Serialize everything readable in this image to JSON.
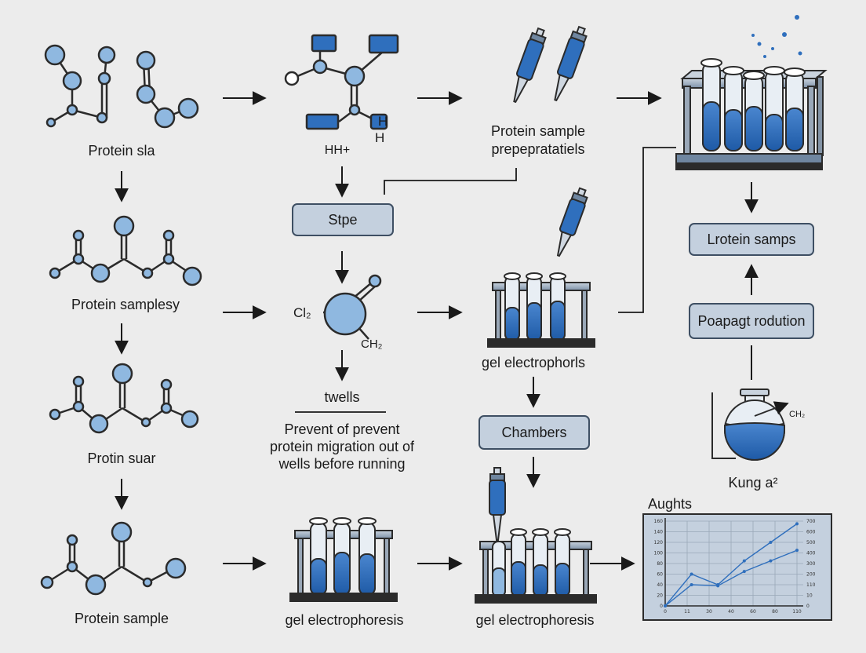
{
  "colors": {
    "node": "#8fb8e0",
    "stroke": "#2b2b2b",
    "accent": "#2f6fbd",
    "box": "#c4d0de"
  },
  "labels": {
    "protein_sla": "Protein sla",
    "protein_samplesy": "Protein samplesy",
    "protin_suar": "Protin suar",
    "protein_sample": "Protein sample",
    "hh": "HH+",
    "prep_line1": "Protein sample",
    "prep_line2": "prepepratatiels",
    "gel_electrophorls": "gel electrophorls",
    "gel_electrophoresis_1": "gel electrophoresis",
    "gel_electrophoresis_2": "gel electrophoresis",
    "twells": "twells",
    "kung": "Kung a²"
  },
  "chem": {
    "h1": "H",
    "h2": "H",
    "cl2": "Cl₂",
    "ch2": "CH₂",
    "ch2_small": "CH₂"
  },
  "boxes": {
    "stpe": "Stpe",
    "chambers": "Chambers",
    "lrotein": "Lrotein samps",
    "poapagt": "Poapagt rodution"
  },
  "note": {
    "line1": "Prevent of prevent",
    "line2": "protein migration out of",
    "line3": "wells before running"
  },
  "chart_data": {
    "type": "line",
    "title": "Aughts",
    "x_tick_labels": [
      "0",
      "11",
      "30",
      "40",
      "60",
      "80",
      "110"
    ],
    "y_tick_labels_left": [
      "0",
      "20",
      "40",
      "60",
      "80",
      "100",
      "120",
      "140",
      "160"
    ],
    "y_tick_labels_right": [
      "0",
      "10",
      "110",
      "200",
      "300",
      "400",
      "500",
      "600",
      "700"
    ],
    "ylim": [
      0,
      160
    ],
    "series": [
      {
        "x": [
          0,
          1,
          2,
          3,
          4,
          5
        ],
        "values": [
          0,
          60,
          40,
          85,
          120,
          155
        ]
      },
      {
        "x": [
          0,
          1,
          2,
          3,
          4,
          5
        ],
        "values": [
          0,
          40,
          38,
          65,
          85,
          105
        ]
      }
    ]
  }
}
